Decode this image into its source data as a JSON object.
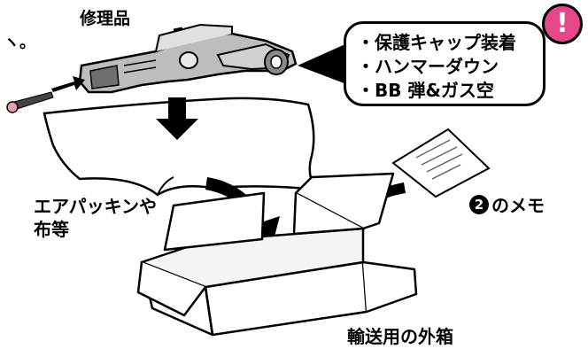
{
  "fragment_text": "ヽ。",
  "repair_item_label": "修理品",
  "callout": {
    "alert_symbol": "!",
    "alert_color": "#e5478a",
    "items": [
      "・保護キャップ装着",
      "・ハンマーダウン",
      "・BB 弾&ガス空"
    ]
  },
  "packing_material_label": [
    "エアパッキンや",
    "布等"
  ],
  "memo_label": {
    "number": "2",
    "text": "のメモ"
  },
  "outer_box_label": "輸送用の外箱"
}
